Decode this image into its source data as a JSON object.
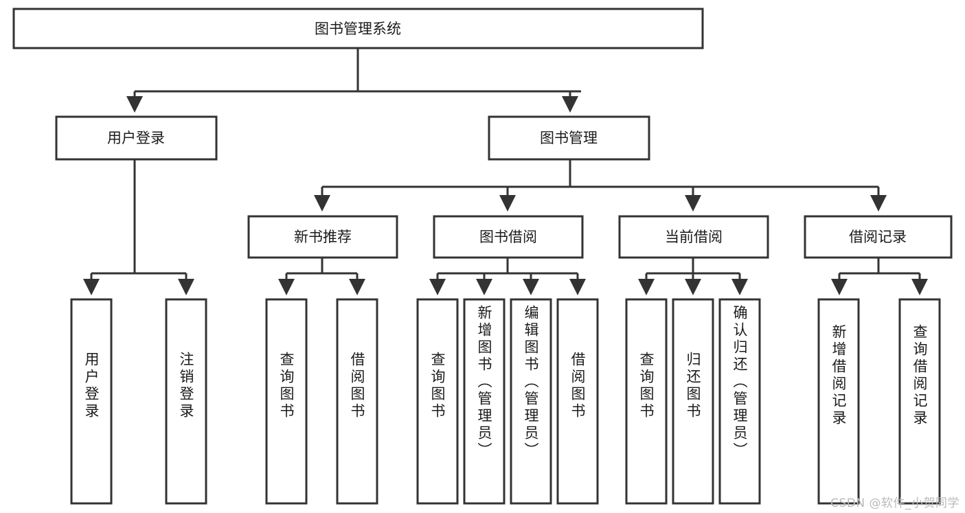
{
  "diagram": {
    "type": "tree-hierarchy",
    "title": "图书管理系统",
    "watermark": "CSDN @软件_小贺同学",
    "colors": {
      "stroke": "#333333",
      "fill": "#ffffff",
      "text": "#1b1b1b",
      "watermark": "#b9b9b9",
      "background": "#ffffff"
    },
    "levels": [
      {
        "level": 1,
        "nodes": [
          {
            "id": "root",
            "label": "图书管理系统",
            "orientation": "horizontal"
          }
        ]
      },
      {
        "level": 2,
        "nodes": [
          {
            "id": "user-login",
            "label": "用户登录",
            "orientation": "horizontal",
            "parent": "root"
          },
          {
            "id": "book-manage",
            "label": "图书管理",
            "orientation": "horizontal",
            "parent": "root"
          }
        ]
      },
      {
        "level": 3,
        "nodes": [
          {
            "id": "new-book-rec",
            "label": "新书推荐",
            "orientation": "horizontal",
            "parent": "book-manage"
          },
          {
            "id": "book-borrow",
            "label": "图书借阅",
            "orientation": "horizontal",
            "parent": "book-manage"
          },
          {
            "id": "current-borrow",
            "label": "当前借阅",
            "orientation": "horizontal",
            "parent": "book-manage"
          },
          {
            "id": "borrow-record",
            "label": "借阅记录",
            "orientation": "horizontal",
            "parent": "book-manage"
          }
        ]
      },
      {
        "level": 4,
        "nodes": [
          {
            "id": "leaf-user-login",
            "label": "用户登录",
            "orientation": "vertical",
            "parent": "user-login"
          },
          {
            "id": "leaf-logout",
            "label": "注销登录",
            "orientation": "vertical",
            "parent": "user-login"
          },
          {
            "id": "leaf-rec-query",
            "label": "查询图书",
            "orientation": "vertical",
            "parent": "new-book-rec"
          },
          {
            "id": "leaf-rec-borrow",
            "label": "借阅图书",
            "orientation": "vertical",
            "parent": "new-book-rec"
          },
          {
            "id": "leaf-borrow-query",
            "label": "查询图书",
            "orientation": "vertical",
            "parent": "book-borrow"
          },
          {
            "id": "leaf-add-book",
            "label": "新增图书（管理员）",
            "orientation": "vertical",
            "parent": "book-borrow"
          },
          {
            "id": "leaf-edit-book",
            "label": "编辑图书（管理员）",
            "orientation": "vertical",
            "parent": "book-borrow"
          },
          {
            "id": "leaf-borrow-book",
            "label": "借阅图书",
            "orientation": "vertical",
            "parent": "book-borrow"
          },
          {
            "id": "leaf-cur-query",
            "label": "查询图书",
            "orientation": "vertical",
            "parent": "current-borrow"
          },
          {
            "id": "leaf-return-book",
            "label": "归还图书",
            "orientation": "vertical",
            "parent": "current-borrow"
          },
          {
            "id": "leaf-confirm-return",
            "label": "确认归还（管理员）",
            "orientation": "vertical",
            "parent": "current-borrow"
          },
          {
            "id": "leaf-add-record",
            "label": "新增借阅记录",
            "orientation": "vertical",
            "parent": "borrow-record"
          },
          {
            "id": "leaf-query-record",
            "label": "查询借阅记录",
            "orientation": "vertical",
            "parent": "borrow-record"
          }
        ]
      }
    ]
  }
}
